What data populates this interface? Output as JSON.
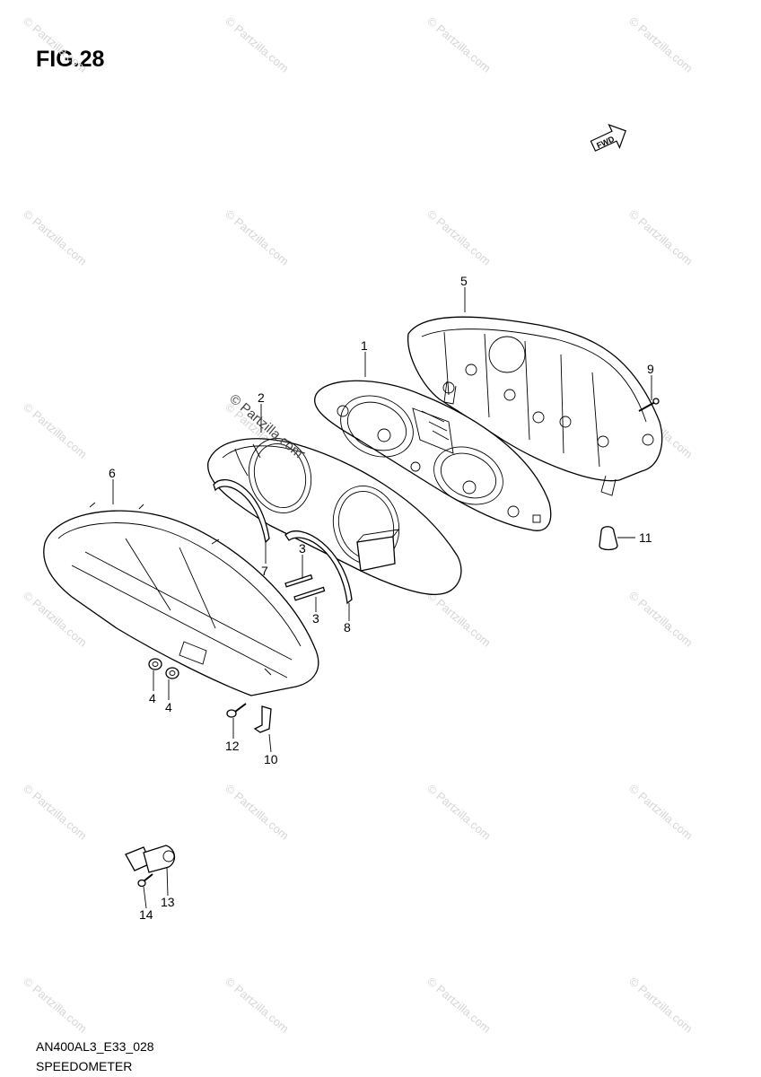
{
  "figure": {
    "title": "FIG.28",
    "model_code": "AN400AL3_E33_028",
    "name": "SPEEDOMETER"
  },
  "fwd_label": "FWD",
  "watermark": {
    "text": "© Partzilla.com",
    "color": "#d6d6d6"
  },
  "callouts": [
    {
      "id": "c1",
      "label": "1"
    },
    {
      "id": "c2",
      "label": "2"
    },
    {
      "id": "c3a",
      "label": "3"
    },
    {
      "id": "c3b",
      "label": "3"
    },
    {
      "id": "c4a",
      "label": "4"
    },
    {
      "id": "c4b",
      "label": "4"
    },
    {
      "id": "c5",
      "label": "5"
    },
    {
      "id": "c6",
      "label": "6"
    },
    {
      "id": "c7",
      "label": "7"
    },
    {
      "id": "c8",
      "label": "8"
    },
    {
      "id": "c9",
      "label": "9"
    },
    {
      "id": "c10",
      "label": "10"
    },
    {
      "id": "c11",
      "label": "11"
    },
    {
      "id": "c12",
      "label": "12"
    },
    {
      "id": "c13",
      "label": "13"
    },
    {
      "id": "c14",
      "label": "14"
    }
  ]
}
